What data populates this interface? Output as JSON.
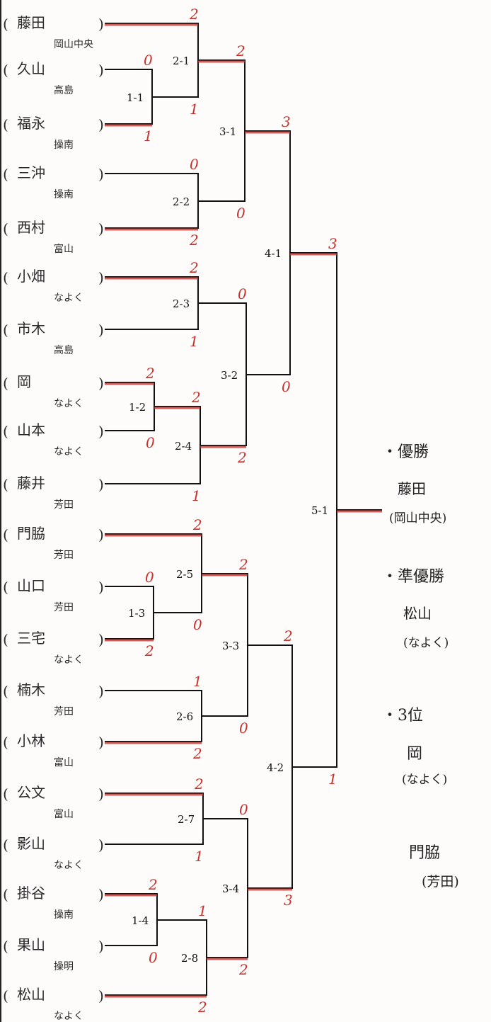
{
  "players": [
    {
      "name": "藤田",
      "school": "岡山中央"
    },
    {
      "name": "久山",
      "school": "高島"
    },
    {
      "name": "福永",
      "school": "操南"
    },
    {
      "name": "三沖",
      "school": "操南"
    },
    {
      "name": "西村",
      "school": "富山"
    },
    {
      "name": "小畑",
      "school": "なよく"
    },
    {
      "name": "市木",
      "school": "高島"
    },
    {
      "name": "岡",
      "school": "なよく"
    },
    {
      "name": "山本",
      "school": "なよく"
    },
    {
      "name": "藤井",
      "school": "芳田"
    },
    {
      "name": "門脇",
      "school": "芳田"
    },
    {
      "name": "山口",
      "school": "芳田"
    },
    {
      "name": "三宅",
      "school": "なよく"
    },
    {
      "name": "楠木",
      "school": "芳田"
    },
    {
      "name": "小林",
      "school": "富山"
    },
    {
      "name": "公文",
      "school": "富山"
    },
    {
      "name": "影山",
      "school": "なよく"
    },
    {
      "name": "掛谷",
      "school": "操南"
    },
    {
      "name": "果山",
      "school": "操明"
    },
    {
      "name": "松山",
      "school": "なよく"
    }
  ],
  "matches": [
    {
      "label": "1-1",
      "scores": [
        "0",
        "1"
      ]
    },
    {
      "label": "1-2",
      "scores": [
        "2",
        "0"
      ]
    },
    {
      "label": "1-3",
      "scores": [
        "0",
        "2"
      ]
    },
    {
      "label": "1-4",
      "scores": [
        "2",
        "0"
      ]
    },
    {
      "label": "2-1",
      "scores": [
        "2",
        "1"
      ]
    },
    {
      "label": "2-2",
      "scores": [
        "0",
        "2"
      ]
    },
    {
      "label": "2-3",
      "scores": [
        "2",
        "1"
      ]
    },
    {
      "label": "2-4",
      "scores": [
        "2",
        "1"
      ]
    },
    {
      "label": "2-5",
      "scores": [
        "2",
        "0"
      ]
    },
    {
      "label": "2-6",
      "scores": [
        "1",
        "2"
      ]
    },
    {
      "label": "2-7",
      "scores": [
        "2",
        "1"
      ]
    },
    {
      "label": "2-8",
      "scores": [
        "1",
        "2"
      ]
    },
    {
      "label": "3-1",
      "scores": [
        "2",
        "0"
      ]
    },
    {
      "label": "3-2",
      "scores": [
        "0",
        "2"
      ]
    },
    {
      "label": "3-3",
      "scores": [
        "2",
        "0"
      ]
    },
    {
      "label": "3-4",
      "scores": [
        "0",
        "2"
      ]
    },
    {
      "label": "4-1",
      "scores": [
        "3",
        "0"
      ]
    },
    {
      "label": "4-2",
      "scores": [
        "2",
        "3"
      ]
    },
    {
      "label": "5-1",
      "scores": [
        "3",
        "1"
      ]
    }
  ],
  "results": [
    {
      "title": "・優勝",
      "name": "藤田",
      "school": "(岡山中央)"
    },
    {
      "title": "・準優勝",
      "name": "松山",
      "school": "(なよく)"
    },
    {
      "title": "・3位",
      "name": "岡",
      "school": "(なよく)"
    },
    {
      "title": "",
      "name": "門脇",
      "school": "(芳田)"
    }
  ],
  "colors": {
    "ink": "#111111",
    "red_pen": "#c8322e"
  }
}
